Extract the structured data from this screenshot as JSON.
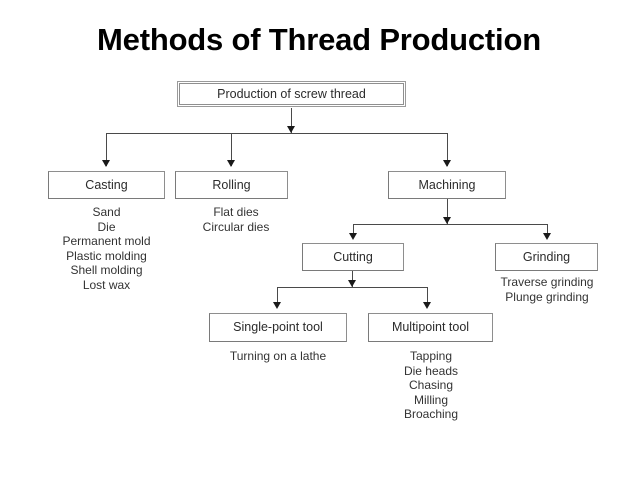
{
  "page": {
    "title": "Methods of Thread Production",
    "background_color": "#ffffff",
    "text_color": "#000000",
    "box_border_color": "#8e8e8e",
    "connector_color": "#4a4a4a"
  },
  "diagram": {
    "type": "tree",
    "root": {
      "label": "Production of screw thread"
    },
    "level2": [
      {
        "label": "Casting"
      },
      {
        "label": "Rolling"
      },
      {
        "label": "Machining"
      }
    ],
    "level3": [
      {
        "label": "Cutting"
      },
      {
        "label": "Grinding"
      }
    ],
    "level4": [
      {
        "label": "Single-point tool"
      },
      {
        "label": "Multipoint tool"
      }
    ],
    "lists": {
      "casting": [
        "Sand",
        "Die",
        "Permanent mold",
        "Plastic molding",
        "Shell molding",
        "Lost wax"
      ],
      "rolling": [
        "Flat dies",
        "Circular dies"
      ],
      "grinding": [
        "Traverse grinding",
        "Plunge grinding"
      ],
      "single_point_tool": [
        "Turning on a lathe"
      ],
      "multipoint_tool": [
        "Tapping",
        "Die heads",
        "Chasing",
        "Milling",
        "Broaching"
      ]
    }
  }
}
